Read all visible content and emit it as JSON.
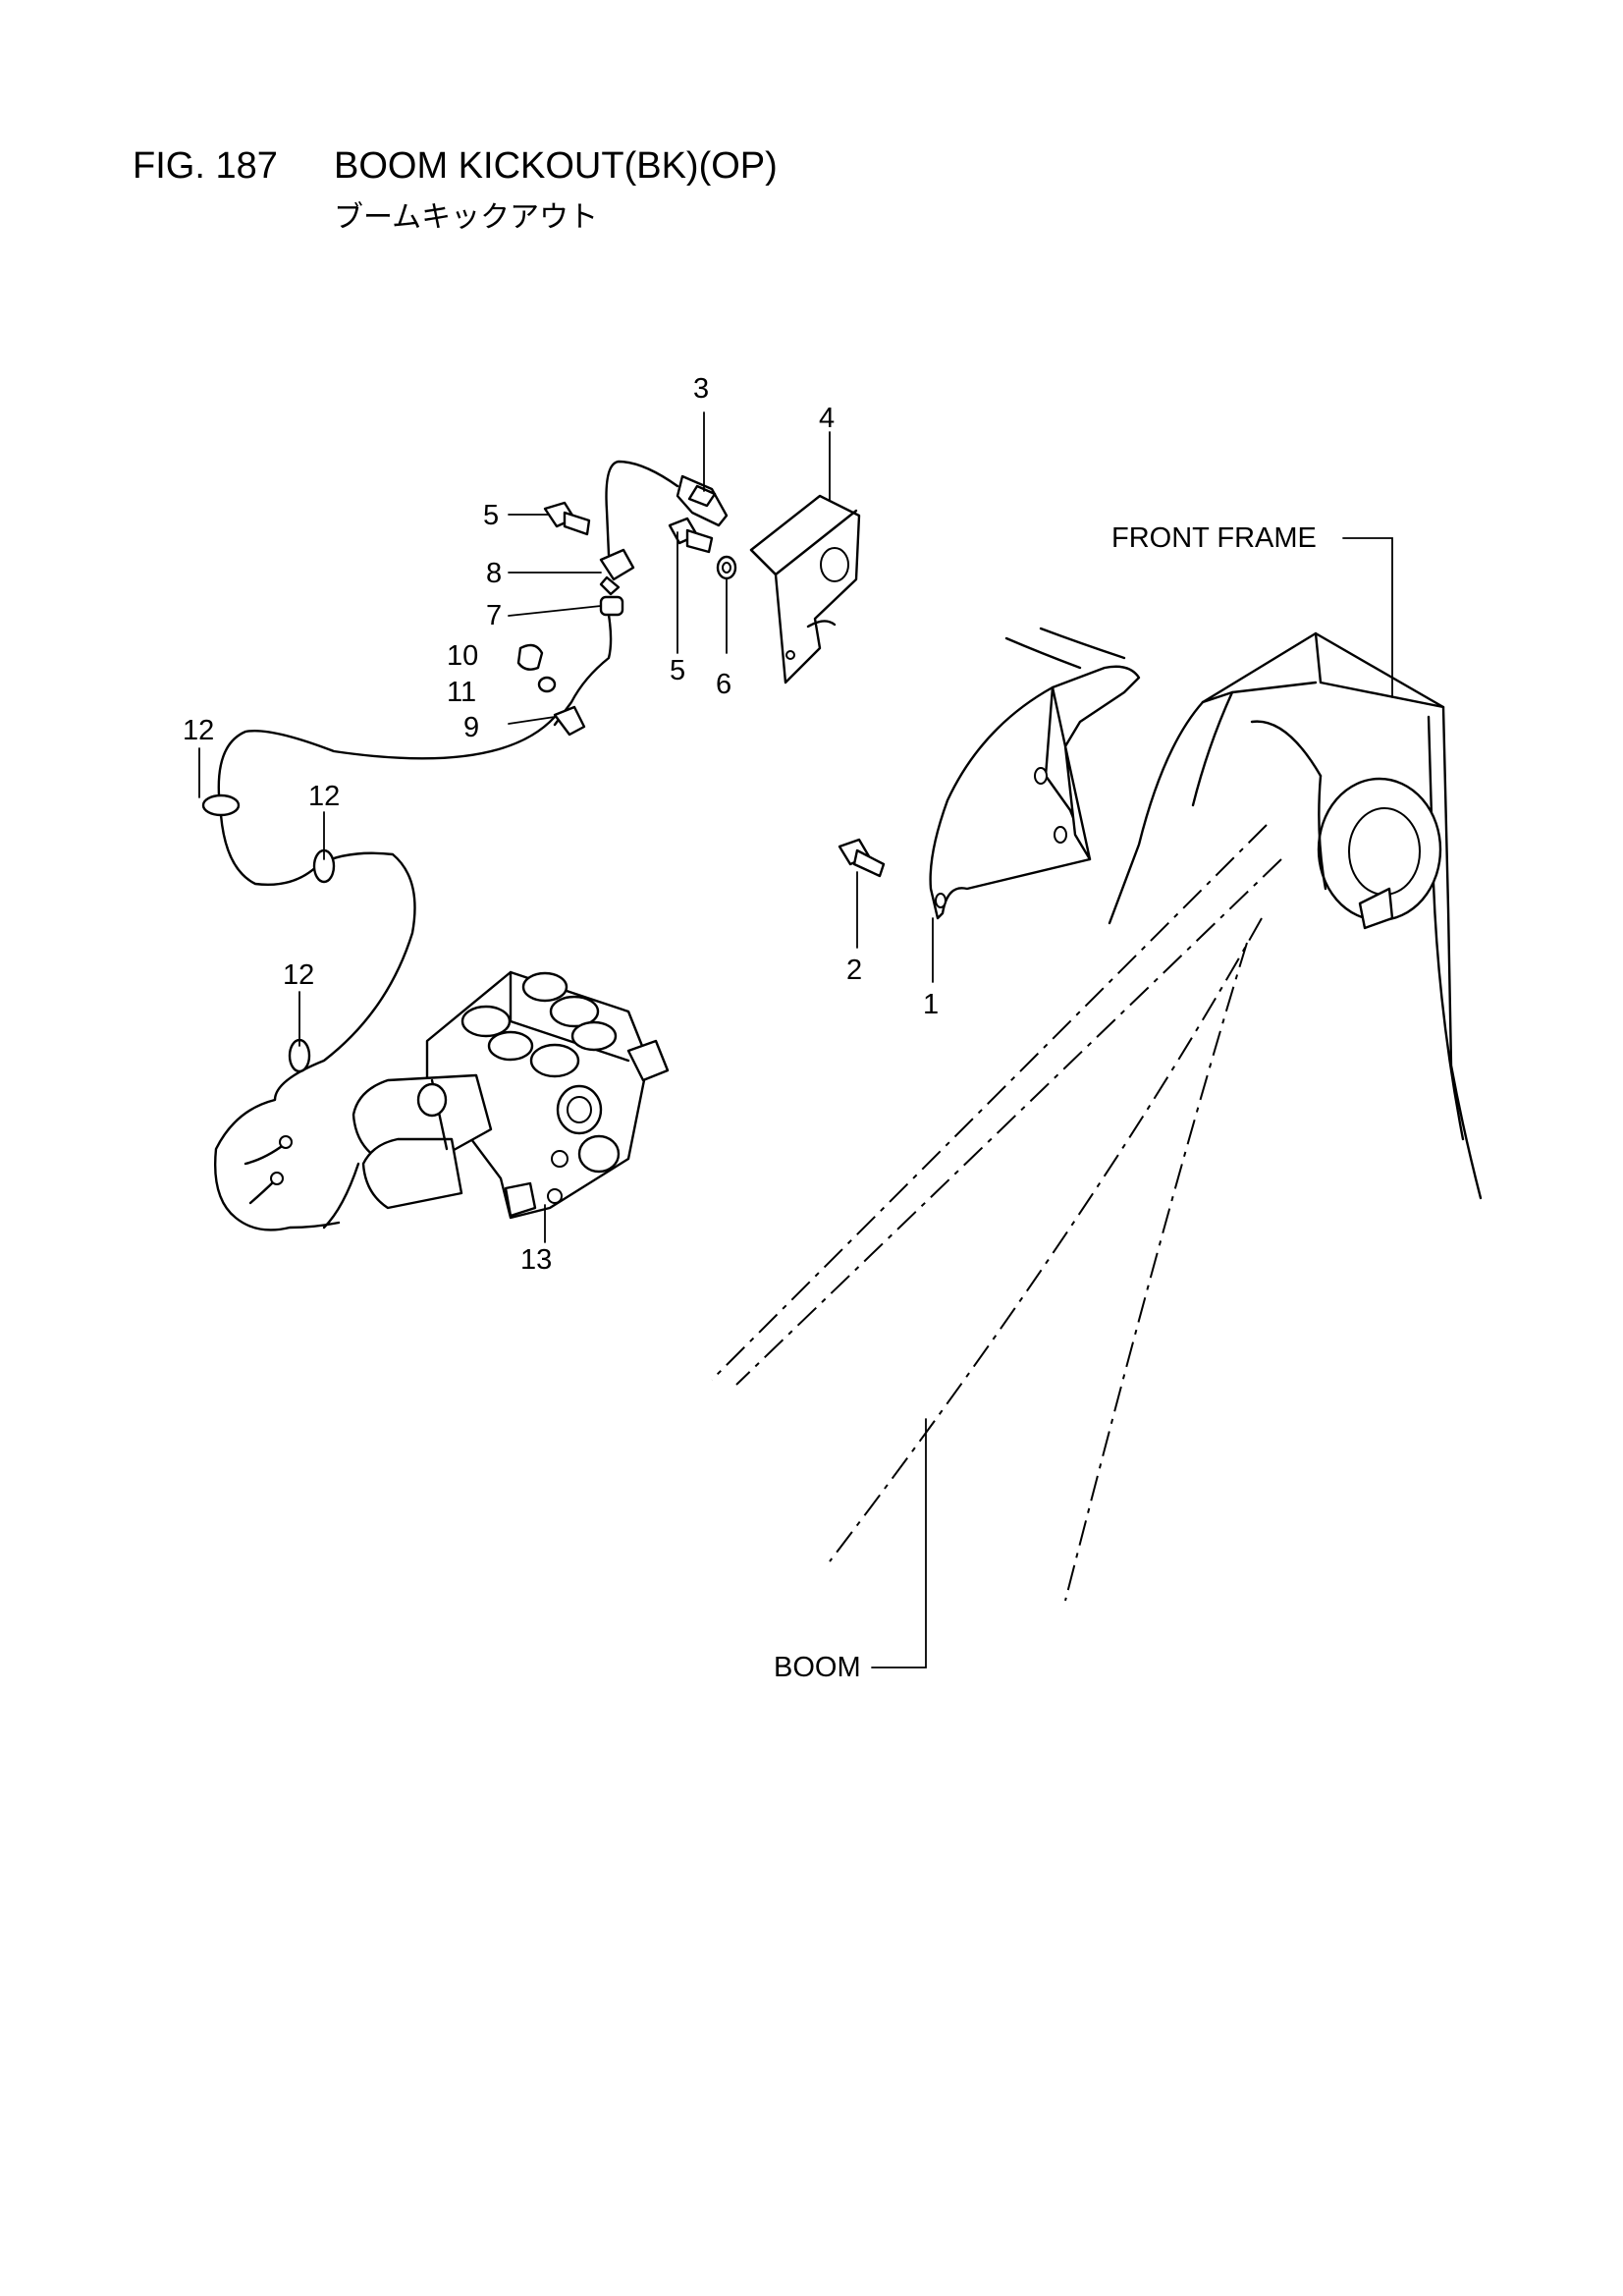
{
  "header": {
    "figure_number": "FIG. 187",
    "title": "BOOM KICKOUT(BK)(OP)",
    "subtitle": "ブームキックアウト"
  },
  "labels": {
    "front_frame": "FRONT FRAME",
    "boom": "BOOM"
  },
  "callouts": [
    {
      "id": "1",
      "text": "1"
    },
    {
      "id": "2",
      "text": "2"
    },
    {
      "id": "3",
      "text": "3"
    },
    {
      "id": "4",
      "text": "4"
    },
    {
      "id": "5a",
      "text": "5"
    },
    {
      "id": "5b",
      "text": "5"
    },
    {
      "id": "6",
      "text": "6"
    },
    {
      "id": "7",
      "text": "7"
    },
    {
      "id": "8",
      "text": "8"
    },
    {
      "id": "9",
      "text": "9"
    },
    {
      "id": "10",
      "text": "10"
    },
    {
      "id": "11",
      "text": "11"
    },
    {
      "id": "12a",
      "text": "12"
    },
    {
      "id": "12b",
      "text": "12"
    },
    {
      "id": "12c",
      "text": "12"
    },
    {
      "id": "13",
      "text": "13"
    }
  ]
}
